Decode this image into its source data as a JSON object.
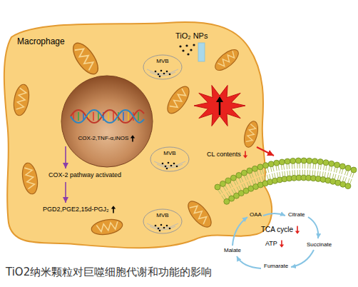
{
  "diagram": {
    "caption": "TiO2纳米颗粒对巨噬细胞代谢和功能的影响",
    "nodes": [
      {
        "text": [
          "Macrophage"
        ]
      },
      {
        "text": [
          "COX-2,TNF-α,iNOS"
        ],
        "in": 0
      },
      {
        "text": [
          "MVB"
        ],
        "in": 0
      },
      {
        "text": [
          "MVB"
        ],
        "in": 0
      },
      {
        "text": [
          "MVB"
        ],
        "in": 0
      }
    ],
    "labels": [
      "TiO₂ NPs",
      "COX-2 pathway activated",
      "PGD2,PGE2,15d-PGJ₂",
      "CL contents",
      "OAA",
      "Citrate",
      "TCA cycle",
      "ATP",
      "Succinate",
      "Fumarate",
      "Malate"
    ]
  }
}
